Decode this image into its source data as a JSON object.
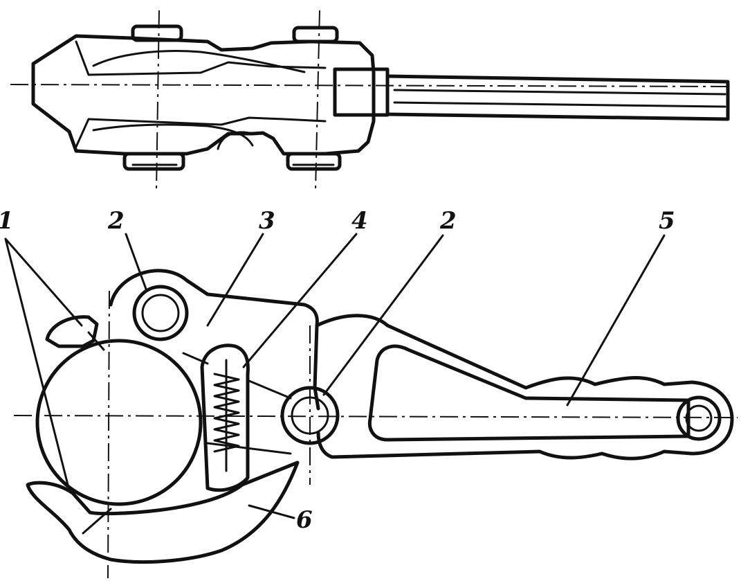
{
  "labels": {
    "l1": "1",
    "l2a": "2",
    "l3": "3",
    "l4": "4",
    "l2b": "2",
    "l5": "5",
    "l6": "6"
  }
}
